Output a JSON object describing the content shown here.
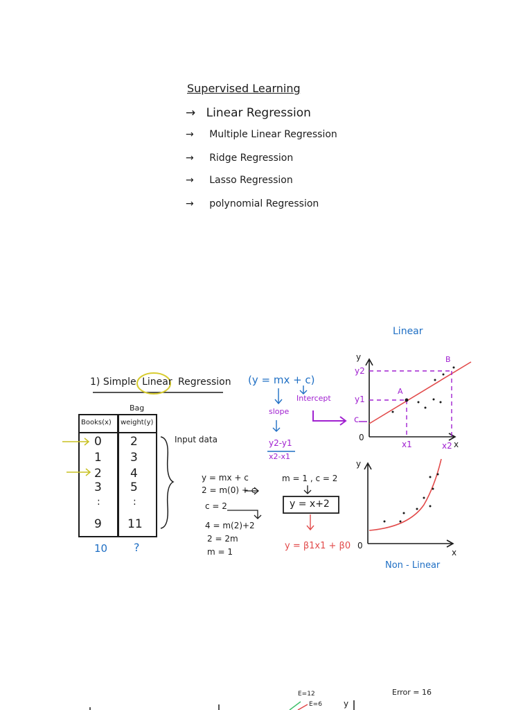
{
  "colors": {
    "ink": "#1b1b1b",
    "blue": "#1f6fc4",
    "purple": "#a020d0",
    "red": "#e24a4a",
    "yellow": "#d8cc30",
    "green": "#3fbf6a"
  },
  "section1": {
    "title": "Supervised Learning",
    "items": [
      "Linear Regression",
      "Multiple Linear Regression",
      "Ridge Regression",
      "Lasso Regression",
      "polynomial Regression"
    ],
    "arrow": "→"
  },
  "section2": {
    "heading_prefix": "1) Simple",
    "heading_circled": "Linear",
    "heading_suffix": "Regression",
    "table": {
      "top_label": "Bag",
      "col1_header": "Books(x)",
      "col2_header": "weight(y)",
      "x_values": [
        "0",
        "1",
        "2",
        "3",
        ":",
        "9"
      ],
      "y_values": [
        "2",
        "3",
        "4",
        "5",
        ":",
        "11"
      ],
      "x_total": "10",
      "y_total": "?"
    },
    "input_data_label": "Input data",
    "equation": "(y = mx + c)",
    "slope_label": "slope",
    "intercept_label": "Intercept",
    "slope_formula_num": "y2-y1",
    "slope_formula_den": "x2-x1",
    "c_label": "c",
    "working": [
      "y = mx + c",
      "2 = m(0) + c",
      "c = 2",
      "4 = m(2)+2",
      "2 = 2m",
      "m = 1"
    ],
    "params": "m = 1 , c = 2",
    "boxed_equation": "y = x+2",
    "general_equation": "y = β1x1 + β0"
  },
  "linear_plot": {
    "title": "Linear",
    "y_axis": "y",
    "x_axis": "x",
    "origin": "0",
    "y2_label": "y2",
    "y1_label": "y1",
    "x1_label": "x1",
    "x2_label": "x2",
    "point_a": "A",
    "point_b": "B"
  },
  "nonlinear_plot": {
    "title": "Non - Linear",
    "y_axis": "y",
    "x_axis": "x",
    "origin": "0"
  },
  "bottom": {
    "error_label": "Error = 16",
    "e12": "E=12",
    "e6": "E=6",
    "y_label": "y"
  }
}
